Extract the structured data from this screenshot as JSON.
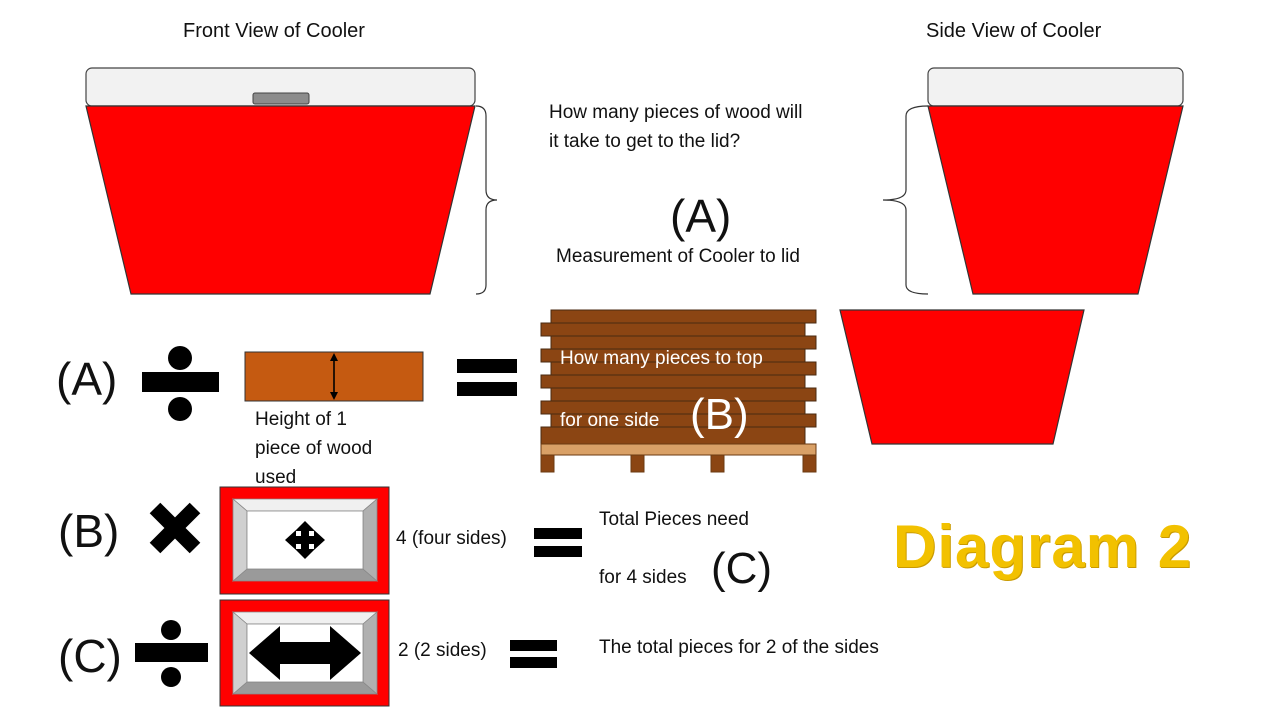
{
  "titles": {
    "front_view": "Front View of Cooler",
    "side_view": "Side View of Cooler"
  },
  "question": {
    "line1": "How many pieces of wood will",
    "line2": "it take to get to the lid?"
  },
  "measurement": {
    "label_a": "(A)",
    "caption": "Measurement of Cooler to lid"
  },
  "row_a": {
    "label": "(A)",
    "wood_caption_line1": "Height of 1",
    "wood_caption_line2": "piece of wood",
    "wood_caption_line3": "used",
    "stack_line1": "How many pieces to top",
    "stack_line2": "for one side",
    "stack_label_b": "(B)"
  },
  "row_b": {
    "label": "(B)",
    "multiplier": "4 (four sides)",
    "result_line1": "Total Pieces need",
    "result_line2": "for 4 sides",
    "result_label_c": "(C)"
  },
  "row_c": {
    "label": "(C)",
    "divisor": "2 (2 sides)",
    "result": "The total pieces for 2 of the sides"
  },
  "diagram_title": "Diagram 2",
  "colors": {
    "cooler_red": "#FF0000",
    "lid_white": "#F2F2F2",
    "wood": "#C55A11",
    "wood_dark": "#8B4513",
    "title_gold": "#F2C100"
  },
  "icons": {
    "divide": "divide-icon",
    "multiply": "multiply-icon",
    "equals": "equals-icon",
    "four_way_arrow": "four-way-arrow-icon",
    "two_way_arrow": "two-way-arrow-icon",
    "height_arrow": "height-arrow-icon"
  }
}
